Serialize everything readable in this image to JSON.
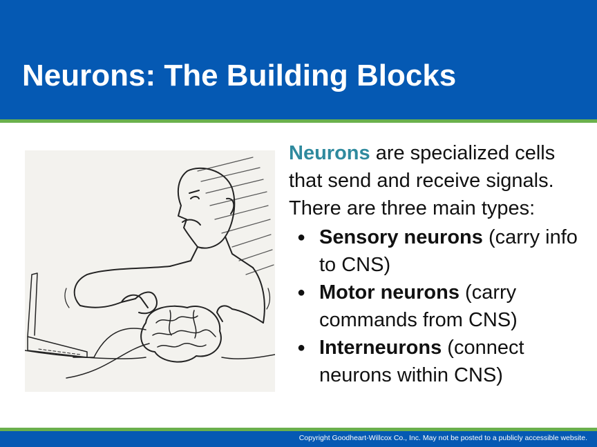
{
  "slide": {
    "title": "Neurons: The Building Blocks",
    "intro_keyword": "Neurons",
    "intro_rest": " are specialized cells that send and receive signals. There are three main types:",
    "types": [
      {
        "term": "Sensory neurons",
        "detail": " (carry info to CNS)"
      },
      {
        "term": "Motor neurons",
        "detail": " (carry commands from CNS)"
      },
      {
        "term": "Interneurons",
        "detail": " (connect neurons within CNS)"
      }
    ],
    "bullet_glyph": "●",
    "copyright": "Copyright Goodheart-Willcox Co., Inc.  May not be posted to a publicly accessible website."
  },
  "colors": {
    "header_blue": "#0559b3",
    "accent_green": "#6ab04c",
    "keyword_teal": "#2f8a9e"
  }
}
